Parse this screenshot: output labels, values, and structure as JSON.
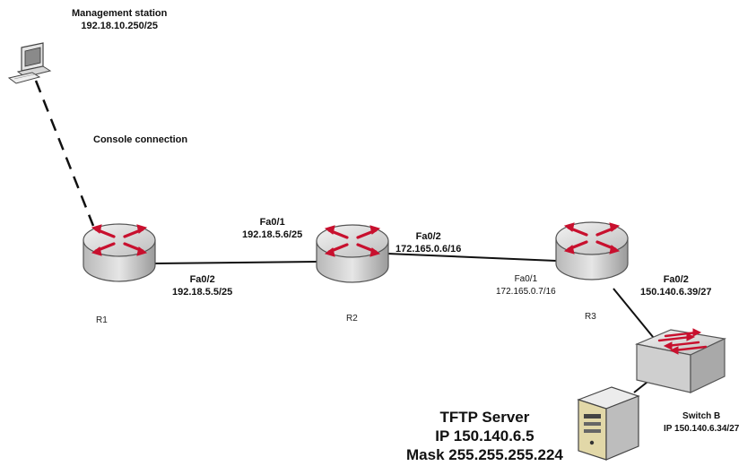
{
  "management": {
    "title": "Management station",
    "ip": "192.18.10.250/25"
  },
  "console_label": "Console connection",
  "routers": {
    "r1": {
      "name": "R1"
    },
    "r2": {
      "name": "R2"
    },
    "r3": {
      "name": "R3"
    }
  },
  "interfaces": {
    "r1_fa02": {
      "name": "Fa0/2",
      "ip": "192.18.5.5/25"
    },
    "r2_fa01": {
      "name": "Fa0/1",
      "ip": "192.18.5.6/25"
    },
    "r2_fa02": {
      "name": "Fa0/2",
      "ip": "172.165.0.6/16"
    },
    "r3_fa01": {
      "name": "Fa0/1",
      "ip": "172.165.0.7/16"
    },
    "r3_fa02": {
      "name": "Fa0/2",
      "ip": "150.140.6.39/27"
    }
  },
  "switch": {
    "name": "Switch B",
    "ip": "IP 150.140.6.34/27"
  },
  "tftp": {
    "title": "TFTP Server",
    "ip": "IP 150.140.6.5",
    "mask": "Mask 255.255.255.224"
  },
  "colors": {
    "router_body": "#cfcfcf",
    "arrow": "#c8102e",
    "link": "#111111"
  }
}
